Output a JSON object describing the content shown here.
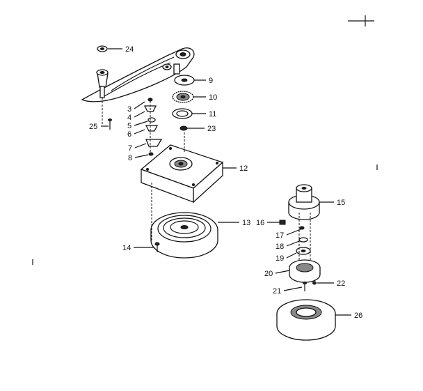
{
  "diagram": {
    "callouts": {
      "c1": "24",
      "c2": "9",
      "c3": "10",
      "c4": "11",
      "c5": "23",
      "c6": "3",
      "c7": "4",
      "c8": "5",
      "c9": "6",
      "c10": "25",
      "c11": "7",
      "c12": "8",
      "c13": "12",
      "c14": "13",
      "c15": "14",
      "c16": "15",
      "c17": "16",
      "c18": "17",
      "c19": "18",
      "c20": "19",
      "c21": "20",
      "c22": "21",
      "c23": "22",
      "c24": "26"
    }
  }
}
